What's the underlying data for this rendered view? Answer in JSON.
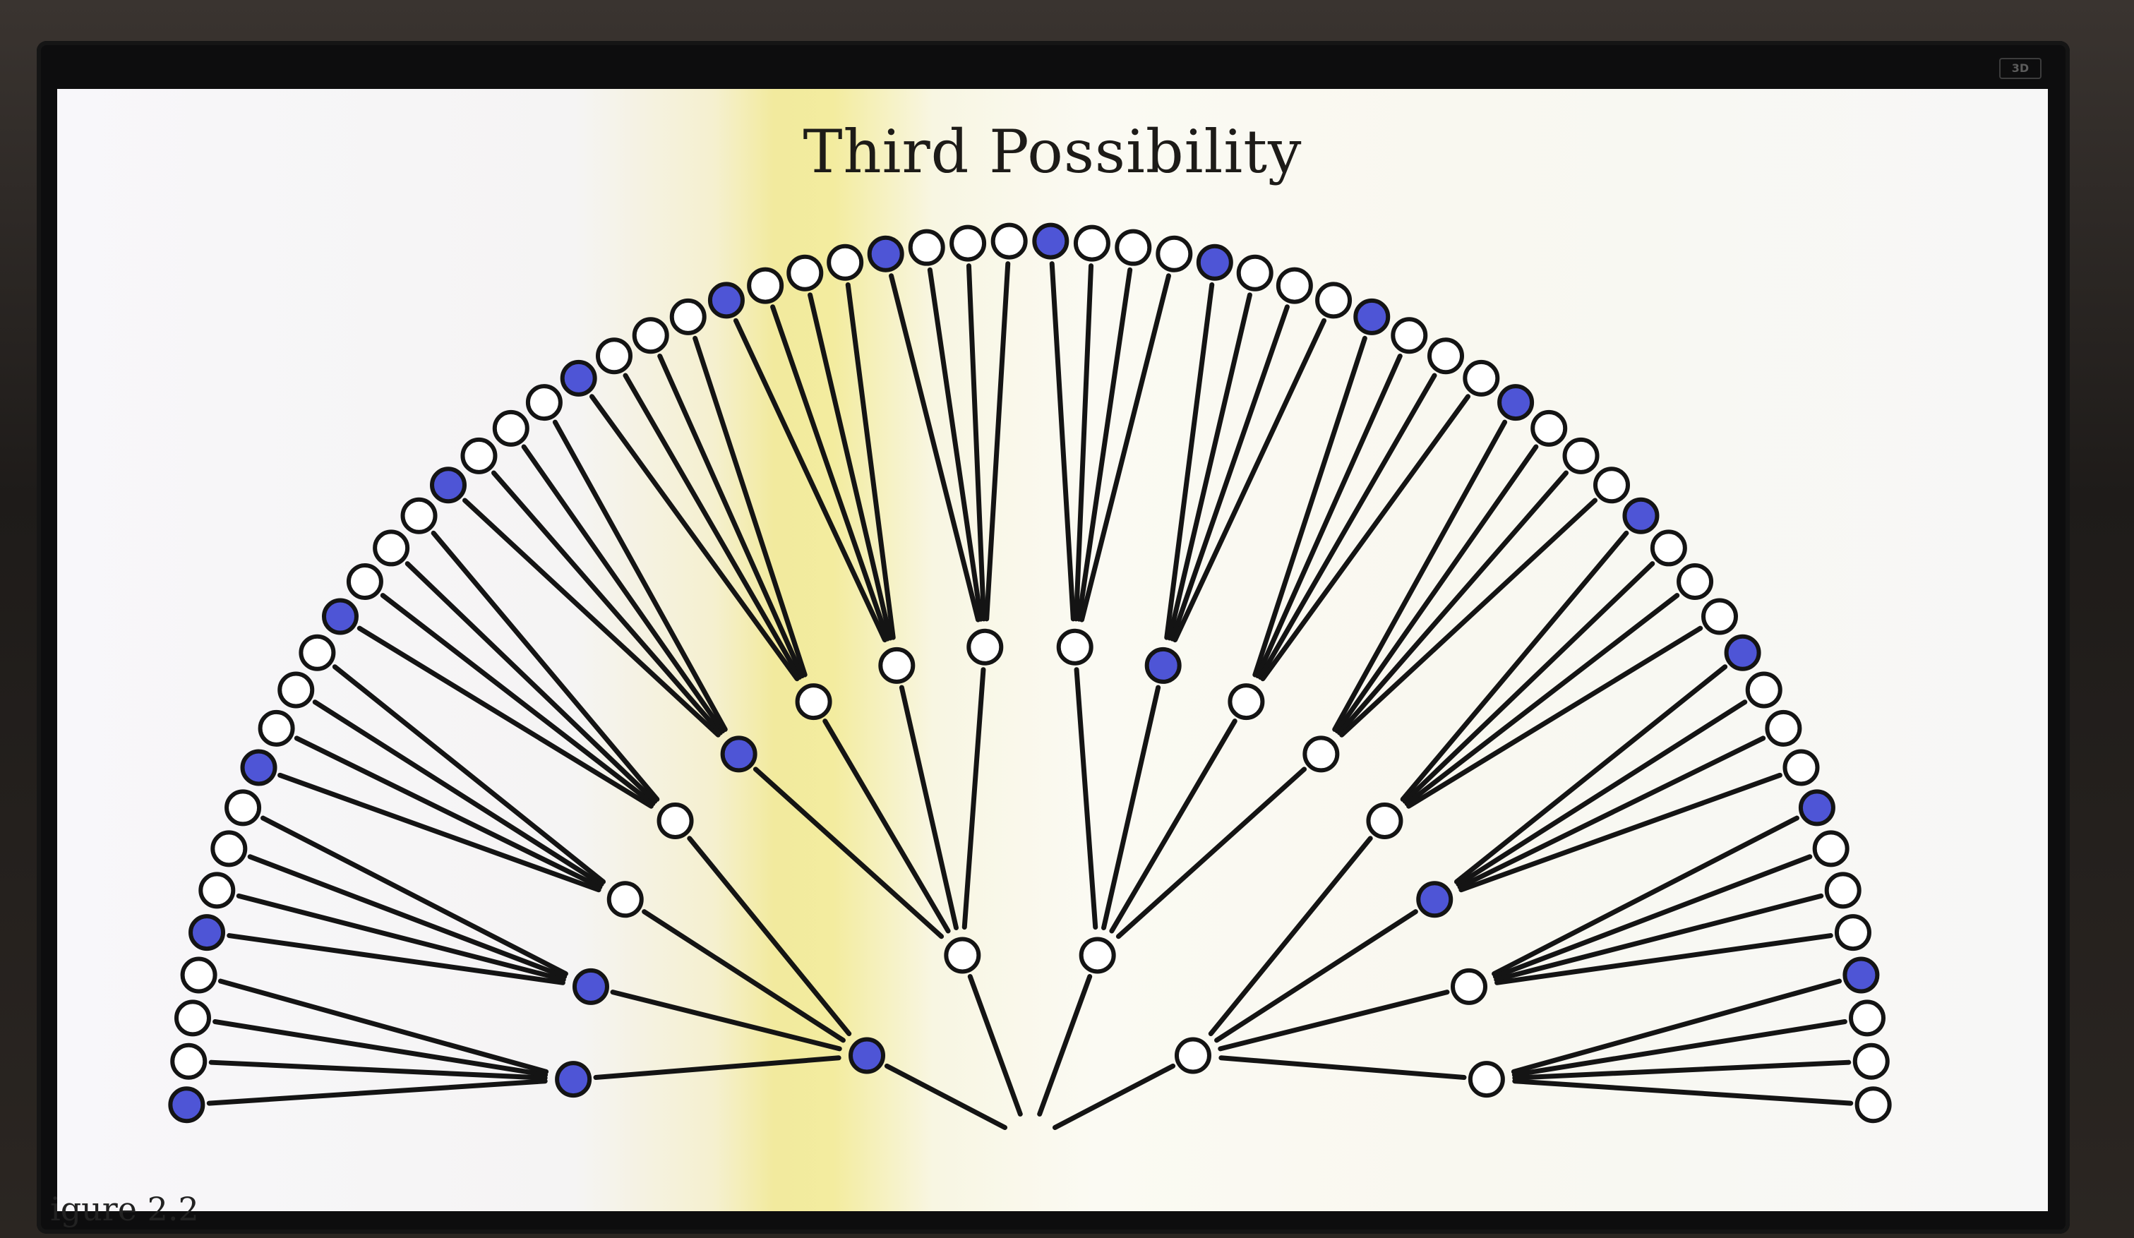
{
  "slide": {
    "title": "Third Possibility",
    "caption": "igure 2.2"
  },
  "monitor": {
    "brand_label": "3D"
  },
  "diagram": {
    "type": "probability-tree",
    "levels": 3,
    "branching_factor": 4,
    "filled_color": "#4e55d6",
    "empty_color": "#ffffff",
    "filled_nodes": {
      "level1": [
        0
      ],
      "level2": [
        0,
        1,
        4,
        9,
        13
      ],
      "level3": [
        0,
        4,
        8,
        12,
        16,
        20,
        24,
        28,
        32,
        36,
        40,
        44,
        48,
        52,
        56,
        60
      ]
    }
  }
}
